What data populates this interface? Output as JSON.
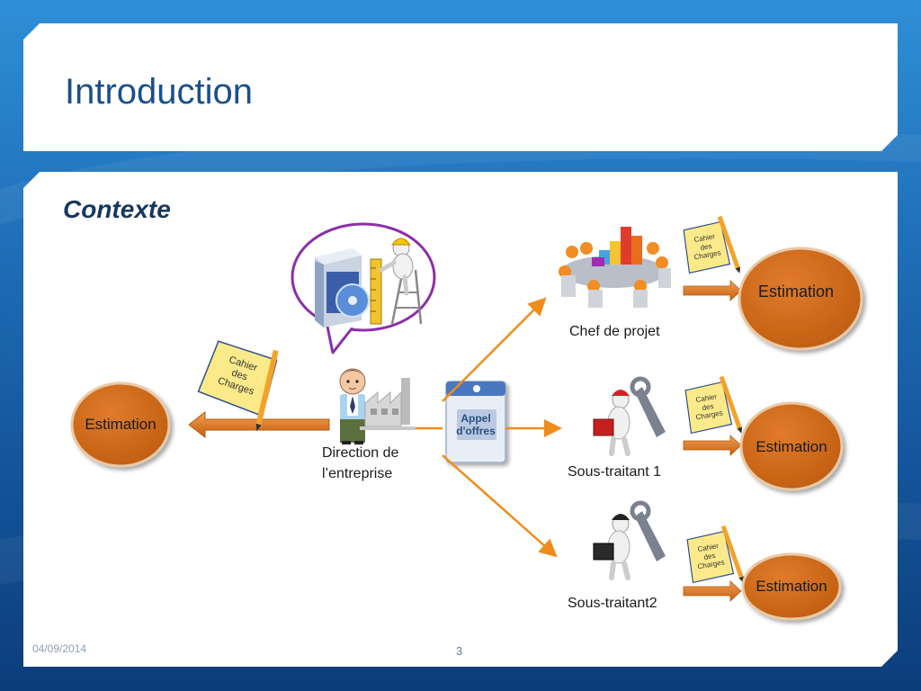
{
  "slide": {
    "title": "Introduction",
    "subtitle": "Contexte",
    "date": "04/09/2014",
    "page_number": "3"
  },
  "nodes": {
    "direction": {
      "label_line1": "Direction de",
      "label_line2": "l’entreprise"
    },
    "chef_projet": {
      "label": "Chef de projet"
    },
    "sous_traitant1": {
      "label": "Sous-traitant 1"
    },
    "sous_traitant2": {
      "label": "Sous-traitant2"
    },
    "appel_offres": {
      "line1": "Appel",
      "line2": "d'offres"
    }
  },
  "estimations": {
    "left": "Estimation",
    "chef": "Estimation",
    "st1": "Estimation",
    "st2": "Estimation"
  },
  "cahier_des_charges": {
    "line1": "Cahier",
    "line2": "des",
    "line3": "Charges"
  },
  "colors": {
    "estimation_fill": "#d2691e",
    "arrow_orange": "#f08c1a",
    "note_yellow": "#fcea8a",
    "speech_border": "#8b2fa8",
    "title_text": "#1b4f8a"
  }
}
